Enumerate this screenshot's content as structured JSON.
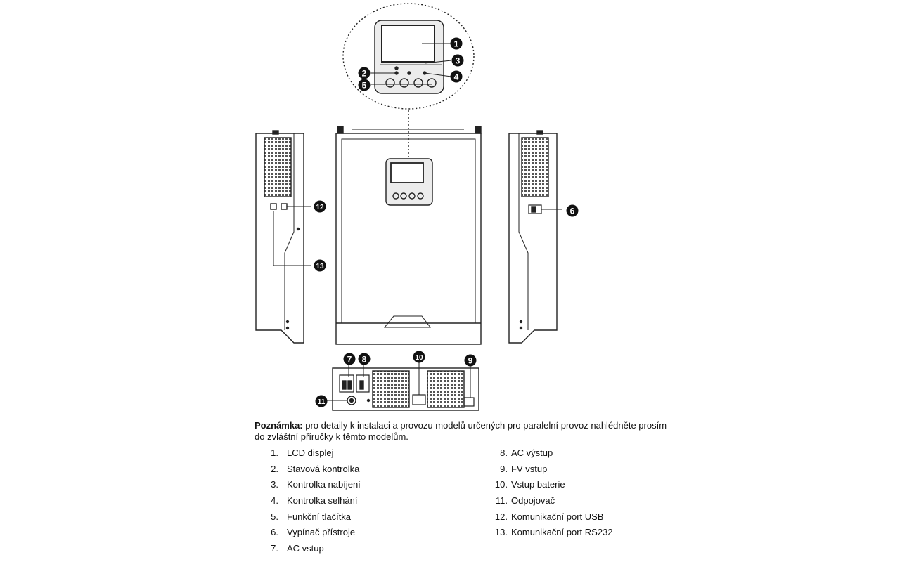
{
  "note": {
    "title": "Poznámka:",
    "text_line1": " pro detaily k instalaci a provozu modelů určených pro paralelní provoz nahlédněte prosím",
    "text_line2": "do zvláštní příručky k těmto modelům."
  },
  "legend_left": [
    {
      "num": "1.",
      "label": "LCD displej"
    },
    {
      "num": "2.",
      "label": "Stavová kontrolka"
    },
    {
      "num": "3.",
      "label": "Kontrolka nabíjení"
    },
    {
      "num": "4.",
      "label": "Kontrolka selhání"
    },
    {
      "num": "5.",
      "label": "Funkční tlačítka"
    },
    {
      "num": "6.",
      "label": "Vypínač přístroje"
    },
    {
      "num": "7.",
      "label": "AC vstup"
    }
  ],
  "legend_right": [
    {
      "num": "8.",
      "label": "AC výstup"
    },
    {
      "num": "9.",
      "label": "FV vstup"
    },
    {
      "num": "10.",
      "label": "Vstup baterie"
    },
    {
      "num": "11.",
      "label": "Odpojovač"
    },
    {
      "num": "12.",
      "label": "Komunikační port USB"
    },
    {
      "num": "13.",
      "label": "Komunikační port RS232"
    }
  ],
  "callouts": [
    "1",
    "2",
    "3",
    "4",
    "5",
    "6",
    "7",
    "8",
    "9",
    "10",
    "11",
    "12",
    "13"
  ]
}
